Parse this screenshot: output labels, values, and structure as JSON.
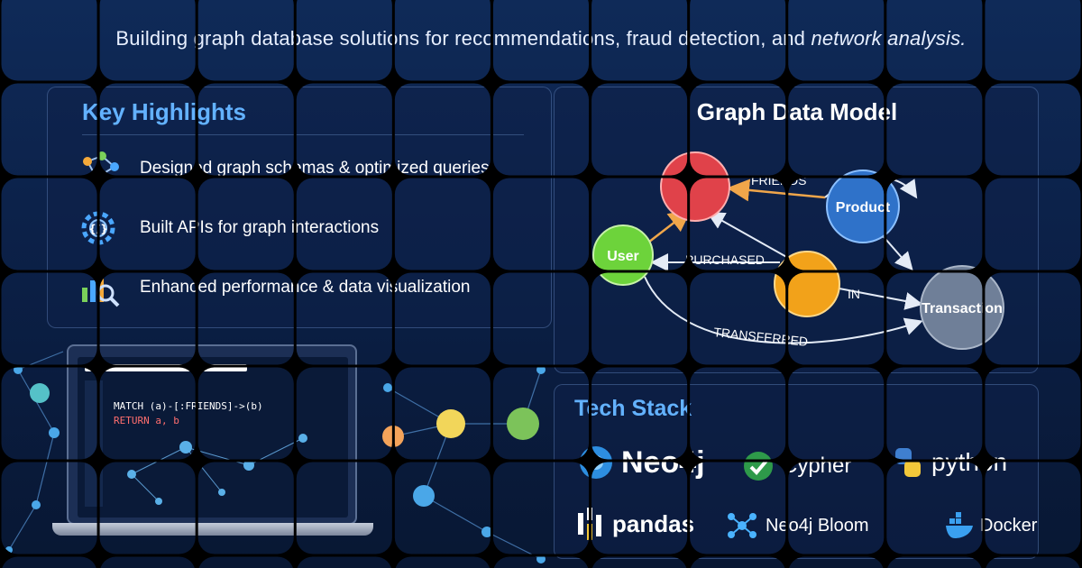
{
  "header": {
    "tagline_main": "Building graph database solutions for recommendations, fraud detection, and ",
    "tagline_emph": "network analysis."
  },
  "highlights": {
    "title": "Key Highlights",
    "items": [
      {
        "label": "Designed graph schemas & optimized queries",
        "icon": "graph-schema-icon"
      },
      {
        "label": "Built APIs for graph interactions",
        "icon": "api-gear-icon"
      },
      {
        "label": "Enhanced performance & data visualization",
        "icon": "chart-magnifier-icon"
      }
    ]
  },
  "graph_model": {
    "title": "Graph Data Model",
    "nodes": {
      "user": "User",
      "product": "Product",
      "transaction": "Transaction"
    },
    "edges": {
      "friends": "FRIENDS",
      "purchased": "PURCHASED",
      "in": "IN",
      "transferred": "TRANSFERRED"
    }
  },
  "laptop": {
    "code_line_1": "MATCH (a)-[:FRIENDS]->(b)",
    "code_line_2": "RETURN a, b"
  },
  "tech_stack": {
    "title": "Tech Stack",
    "items": [
      "Neo4j",
      "Cypher",
      "python",
      "pandas",
      "Neo4j Bloom",
      "Docker"
    ]
  },
  "colors": {
    "background_top": "#0f2a58",
    "background_bottom": "#081733",
    "accent_blue": "#63b2ff",
    "node_red": "#e0424a",
    "node_green": "#6dd33b",
    "node_blue": "#2f72c9",
    "node_orange": "#f2a21a",
    "node_gray": "#6f7f98",
    "arrow_orange": "#f0a64a"
  }
}
